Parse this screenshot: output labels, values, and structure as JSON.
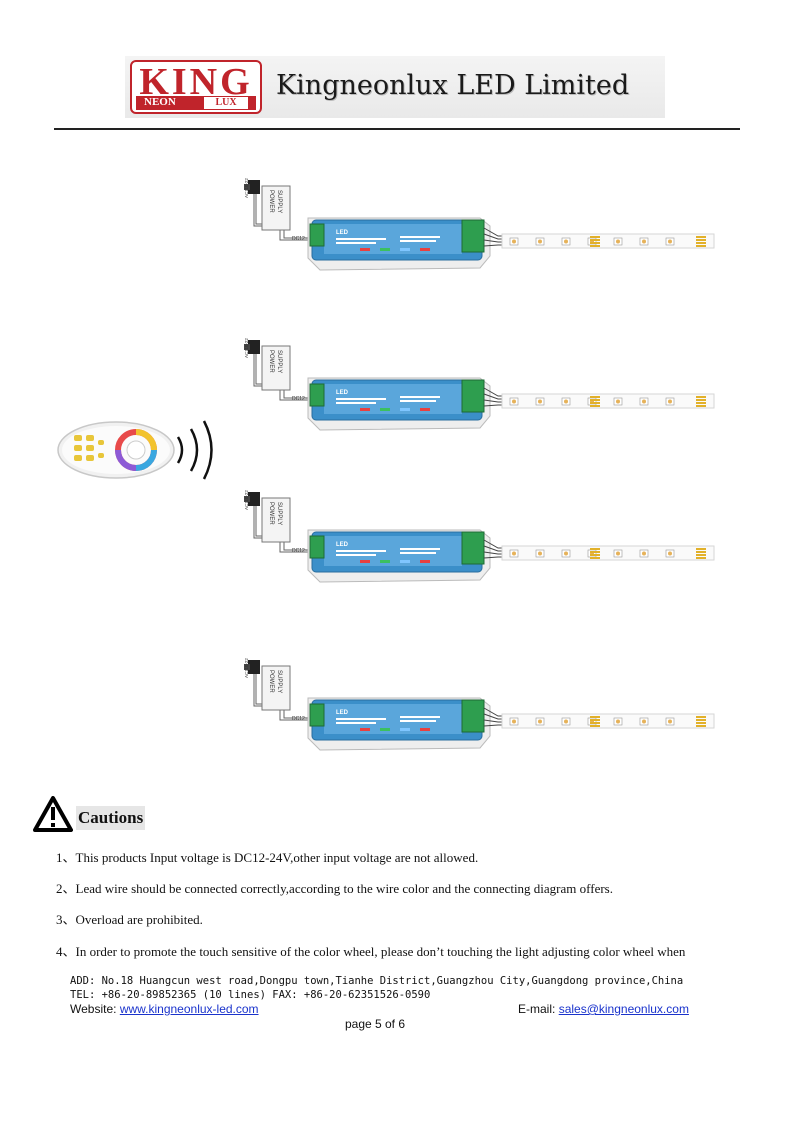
{
  "header": {
    "logo_main": "KING",
    "logo_sub_left": "NEON",
    "logo_sub_right": "LUX",
    "company": "Kingneonlux LED Limited"
  },
  "diagram": {
    "psu_label_1": "POWER",
    "psu_label_2": "SUPPLY",
    "ac_label": "AC110-220V",
    "dc_label": "DC12~24V",
    "controller_brand": "LED",
    "count": 4
  },
  "cautions": {
    "title": "Cautions",
    "items": [
      "1、This products Input voltage is DC12-24V,other input voltage are not allowed.",
      "2、Lead wire should be connected correctly,according to the wire color and the connecting diagram offers.",
      "3、Overload are prohibited.",
      "4、In order to promote the touch sensitive of the color wheel, please don’t touching the light adjusting color wheel when"
    ]
  },
  "footer": {
    "address": "ADD: No.18 Huangcun west road,Dongpu town,Tianhe District,Guangzhou City,Guangdong province,China",
    "tel": "TEL: +86-20-89852365 (10 lines) FAX: +86-20-62351526-0590",
    "website_label": "Website:",
    "website": "www.kingneonlux-led.com",
    "email_label": "E-mail:",
    "email": "sales@kingneonlux.com",
    "page": "page 5 of 6"
  },
  "colors": {
    "brand_red": "#c0242b",
    "controller_blue": "#3b8fc9",
    "terminal_green": "#2e9e4f",
    "link_blue": "#1a33cc"
  }
}
